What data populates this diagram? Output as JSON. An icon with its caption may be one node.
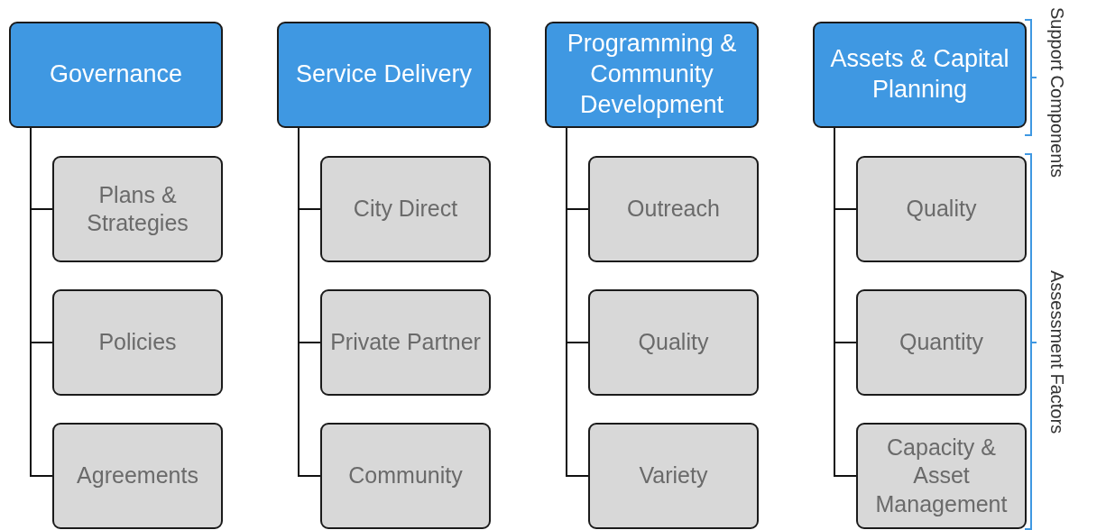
{
  "diagram": {
    "nodes": [
      {
        "text": [
          "Governance"
        ]
      },
      {
        "text": [
          "Plans & Strategies"
        ]
      },
      {
        "text": [
          "Policies"
        ]
      },
      {
        "text": [
          "Agreements"
        ]
      },
      {
        "text": [
          "Service Delivery"
        ]
      },
      {
        "text": [
          "City Direct"
        ]
      },
      {
        "text": [
          "Private Partner"
        ]
      },
      {
        "text": [
          "Community"
        ]
      },
      {
        "text": [
          "Programming & Community Development"
        ]
      },
      {
        "text": [
          "Outreach"
        ]
      },
      {
        "text": [
          "Quality"
        ]
      },
      {
        "text": [
          "Variety"
        ]
      },
      {
        "text": [
          "Assets & Capital Planning"
        ]
      },
      {
        "text": [
          "Quality"
        ]
      },
      {
        "text": [
          "Quantity"
        ]
      },
      {
        "text": [
          "Capacity & Asset Management"
        ]
      }
    ],
    "edges": [
      {
        "from": 0,
        "to": 1,
        "arrow": "none"
      },
      {
        "from": 0,
        "to": 2,
        "arrow": "none"
      },
      {
        "from": 0,
        "to": 3,
        "arrow": "none"
      },
      {
        "from": 4,
        "to": 5,
        "arrow": "none"
      },
      {
        "from": 4,
        "to": 6,
        "arrow": "none"
      },
      {
        "from": 4,
        "to": 7,
        "arrow": "none"
      },
      {
        "from": 8,
        "to": 9,
        "arrow": "none"
      },
      {
        "from": 8,
        "to": 10,
        "arrow": "none"
      },
      {
        "from": 8,
        "to": 11,
        "arrow": "none"
      },
      {
        "from": 12,
        "to": 13,
        "arrow": "none"
      },
      {
        "from": 12,
        "to": 14,
        "arrow": "none"
      },
      {
        "from": 12,
        "to": 15,
        "arrow": "none"
      }
    ],
    "labels": [
      "Support Components",
      "Assessment Factors"
    ]
  }
}
